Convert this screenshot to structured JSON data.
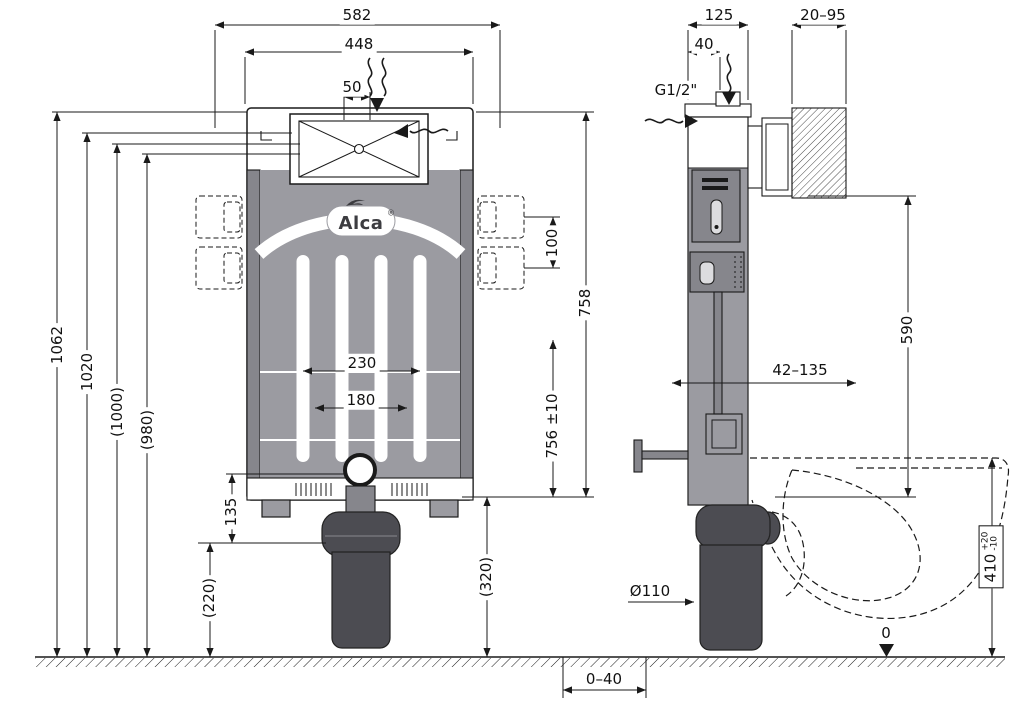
{
  "brand": {
    "name": "Alca",
    "registered": "®"
  },
  "front_view": {
    "overall_width": "582",
    "tank_width": "448",
    "inlet_offset": "50",
    "height_total": "1062",
    "height_top_edge": "1020",
    "height_1000": "(1000)",
    "height_980": "(980)",
    "fixing_spacing_outer": "230",
    "fixing_spacing_inner": "180",
    "drain_to_outlet": "135",
    "outlet_height": "(220)",
    "frame_bottom_height": "(320)",
    "bracket_spacing": "100",
    "frame_height": "758",
    "install_height": "756 ±10"
  },
  "side_view": {
    "frame_depth": "125",
    "wall_thickness_range": "20–95",
    "inlet_side_offset": "40",
    "water_inlet_thread": "G1/2\"",
    "flush_plate_height": "590",
    "flush_pipe_adjust_range": "42–135",
    "outlet_pipe_diameter": "Ø110",
    "bowl_height": "410",
    "bowl_height_tol_plus": "+20",
    "bowl_height_tol_minus": "-10",
    "floor_adjust_range": "0–40",
    "floor_reference": "0"
  },
  "colors": {
    "line-color": "#1a1a1a",
    "frame-gray": "#9b9ba1",
    "rail-gray": "#86868c",
    "pipe-gray": "#4c4c52"
  }
}
